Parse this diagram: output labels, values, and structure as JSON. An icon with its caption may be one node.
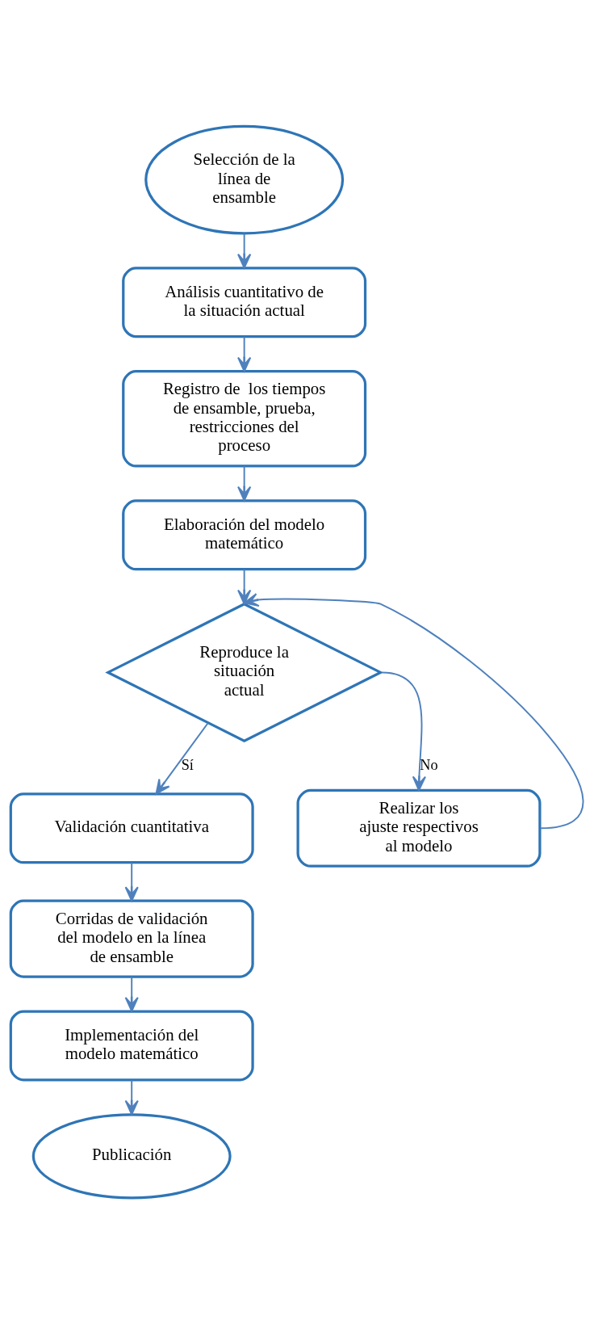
{
  "diagram": {
    "nodes": [
      {
        "text": [
          "Selección de la línea de ensamble"
        ]
      },
      {
        "text": [
          "Análisis cuantitativo de la situación actual"
        ]
      },
      {
        "text": [
          "Registro de  los tiempos de ensamble, prueba, restricciones del proceso"
        ]
      },
      {
        "text": [
          "Elaboración del modelo matemático"
        ]
      },
      {
        "text": [
          "Reproduce la situación actual"
        ]
      },
      {
        "text": [
          "Realizar los ajuste respectivos al modelo"
        ]
      },
      {
        "text": [
          "Validación cuantitativa"
        ]
      },
      {
        "text": [
          "Corridas de validación del modelo en la línea de ensamble"
        ]
      },
      {
        "text": [
          "Implementación del modelo matemático"
        ]
      },
      {
        "text": [
          "Publicación"
        ]
      }
    ],
    "edges": [
      {
        "from": 0,
        "to": 1,
        "arrow": "to"
      },
      {
        "from": 1,
        "to": 2,
        "arrow": "to"
      },
      {
        "from": 2,
        "to": 3,
        "arrow": "to"
      },
      {
        "from": 3,
        "to": 4,
        "arrow": "to"
      },
      {
        "from": 4,
        "to": 5,
        "arrow": "to",
        "label": "No"
      },
      {
        "from": 5,
        "to": 4,
        "arrow": "to"
      },
      {
        "from": 4,
        "to": 6,
        "arrow": "to",
        "label": "Sí"
      },
      {
        "from": 6,
        "to": 7,
        "arrow": "to"
      },
      {
        "from": 7,
        "to": 8,
        "arrow": "to"
      },
      {
        "from": 8,
        "to": 9,
        "arrow": "to"
      }
    ]
  }
}
